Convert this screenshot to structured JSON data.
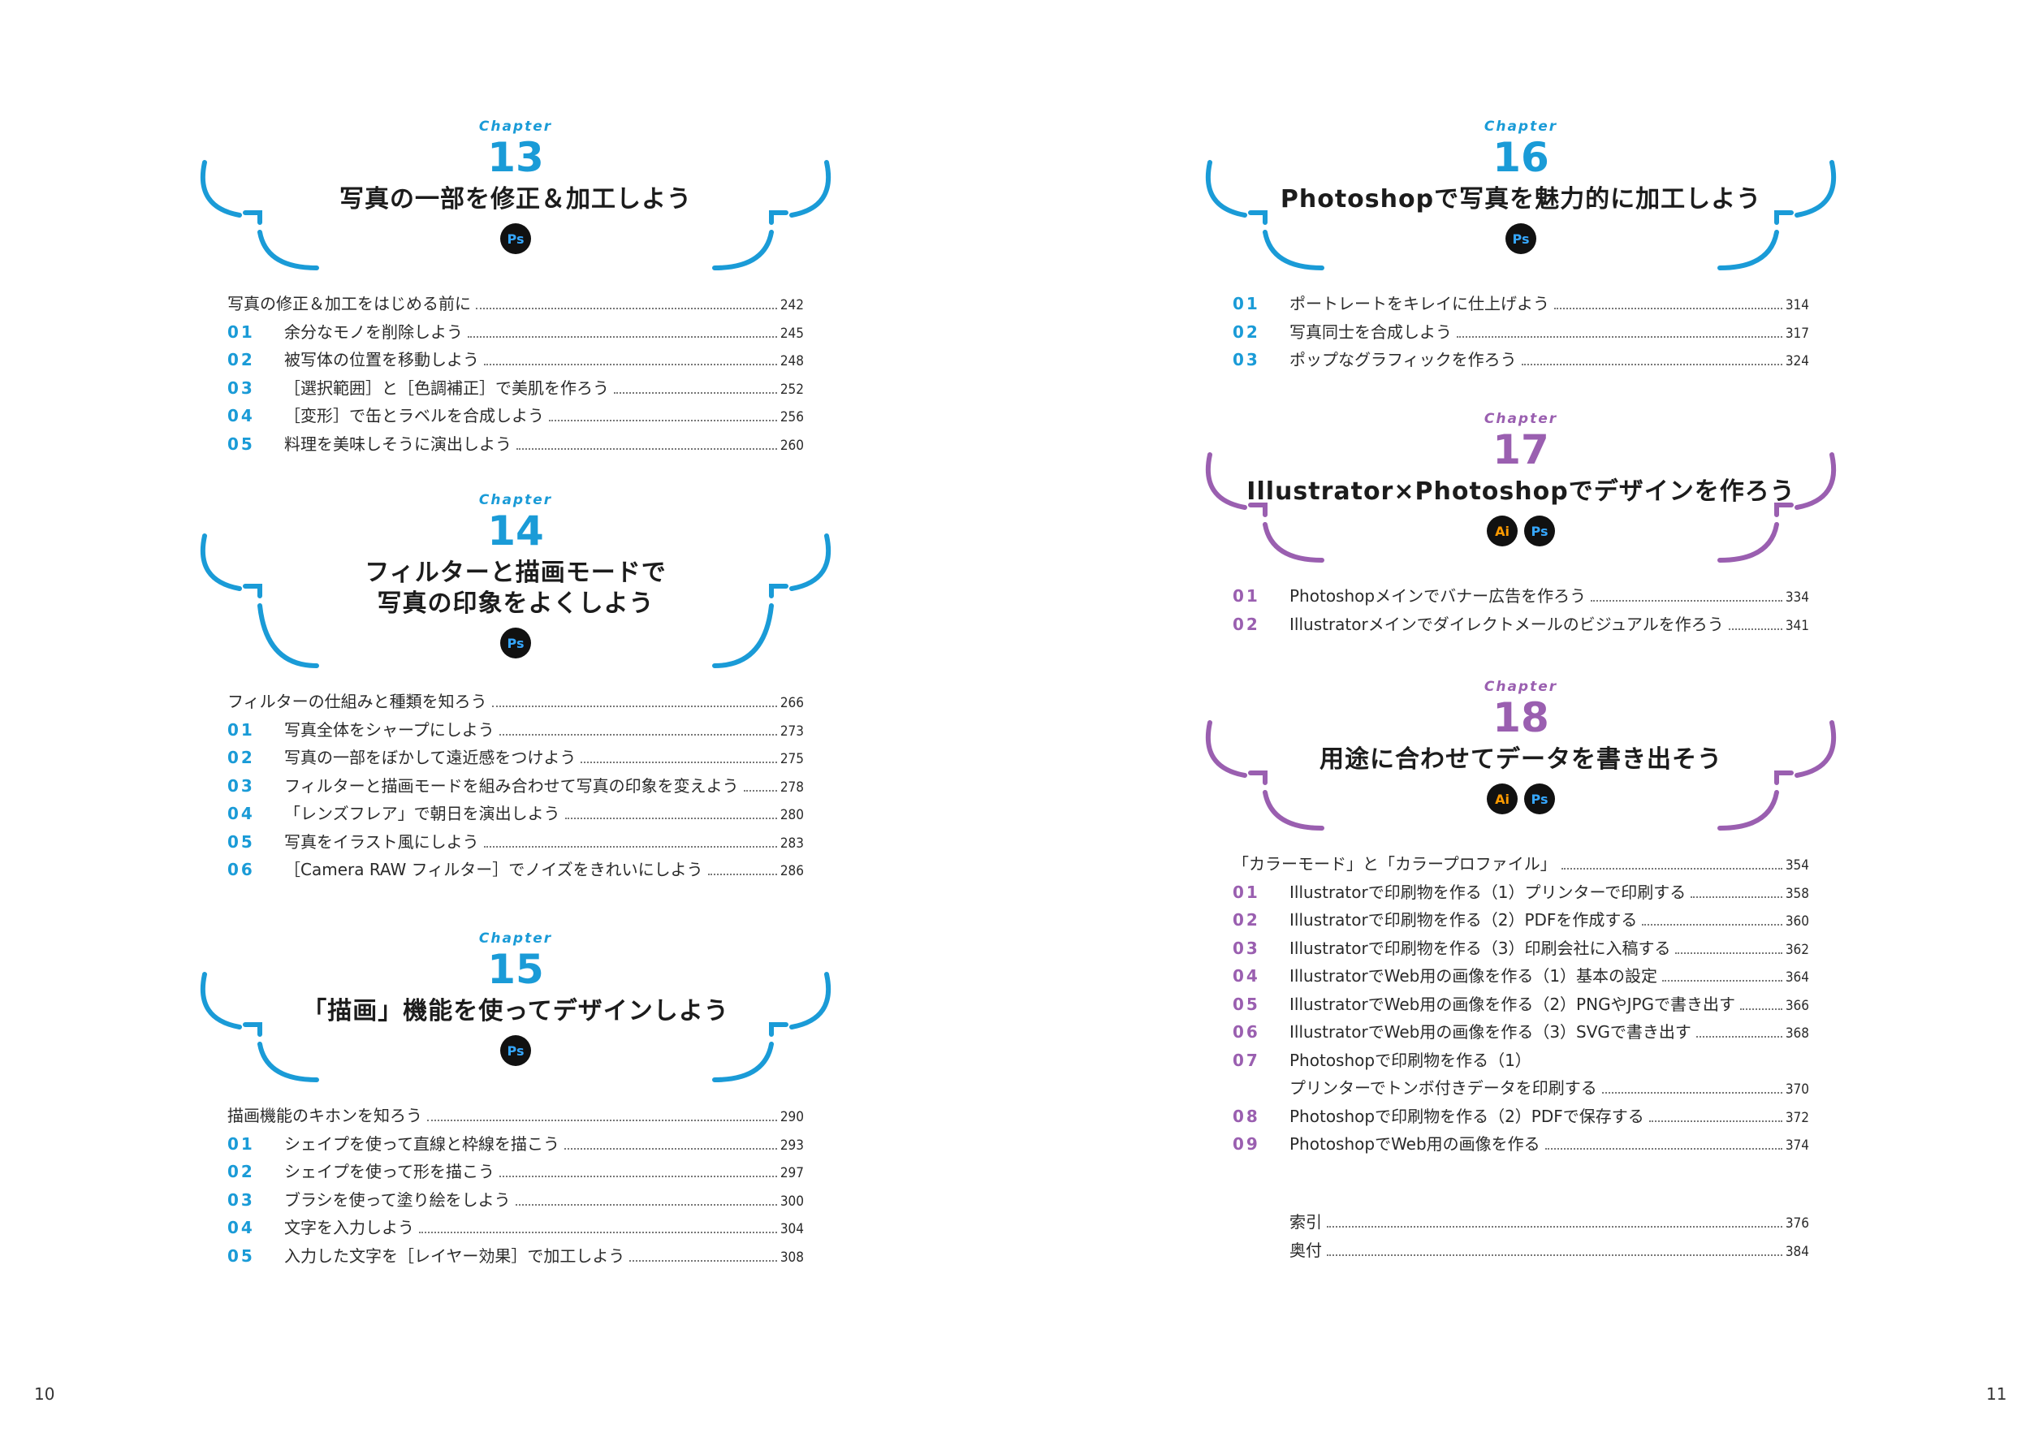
{
  "page_numbers": {
    "left": "10",
    "right": "11"
  },
  "colors": {
    "blue": "#1a9bd7",
    "purple": "#9a5fb0"
  },
  "left_column": [
    {
      "label": "Chapter",
      "number": "13",
      "title_lines": [
        "写真の一部を修正＆加工しよう"
      ],
      "apps": [
        "Ps"
      ],
      "items": [
        {
          "num": "",
          "title": "写真の修正＆加工をはじめる前に",
          "page": "242"
        },
        {
          "num": "01",
          "title": "余分なモノを削除しよう",
          "page": "245"
        },
        {
          "num": "02",
          "title": "被写体の位置を移動しよう",
          "page": "248"
        },
        {
          "num": "03",
          "title": "［選択範囲］と［色調補正］で美肌を作ろう",
          "page": "252"
        },
        {
          "num": "04",
          "title": "［変形］で缶とラベルを合成しよう",
          "page": "256"
        },
        {
          "num": "05",
          "title": "料理を美味しそうに演出しよう",
          "page": "260"
        }
      ]
    },
    {
      "label": "Chapter",
      "number": "14",
      "title_lines": [
        "フィルターと描画モードで",
        "写真の印象をよくしよう"
      ],
      "apps": [
        "Ps"
      ],
      "items": [
        {
          "num": "",
          "title": "フィルターの仕組みと種類を知ろう",
          "page": "266"
        },
        {
          "num": "01",
          "title": "写真全体をシャープにしよう",
          "page": "273"
        },
        {
          "num": "02",
          "title": "写真の一部をぼかして遠近感をつけよう",
          "page": "275"
        },
        {
          "num": "03",
          "title": "フィルターと描画モードを組み合わせて写真の印象を変えよう",
          "page": "278"
        },
        {
          "num": "04",
          "title": "「レンズフレア」で朝日を演出しよう",
          "page": "280"
        },
        {
          "num": "05",
          "title": "写真をイラスト風にしよう",
          "page": "283"
        },
        {
          "num": "06",
          "title": "［Camera RAW フィルター］でノイズをきれいにしよう",
          "page": "286"
        }
      ]
    },
    {
      "label": "Chapter",
      "number": "15",
      "title_lines": [
        "「描画」機能を使ってデザインしよう"
      ],
      "apps": [
        "Ps"
      ],
      "items": [
        {
          "num": "",
          "title": "描画機能のキホンを知ろう",
          "page": "290"
        },
        {
          "num": "01",
          "title": "シェイプを使って直線と枠線を描こう",
          "page": "293"
        },
        {
          "num": "02",
          "title": "シェイプを使って形を描こう",
          "page": "297"
        },
        {
          "num": "03",
          "title": "ブラシを使って塗り絵をしよう",
          "page": "300"
        },
        {
          "num": "04",
          "title": "文字を入力しよう",
          "page": "304"
        },
        {
          "num": "05",
          "title": "入力した文字を［レイヤー効果］で加工しよう",
          "page": "308"
        }
      ]
    }
  ],
  "right_column": [
    {
      "label": "Chapter",
      "number": "16",
      "title_lines": [
        "Photoshopで写真を魅力的に加工しよう"
      ],
      "apps": [
        "Ps"
      ],
      "items": [
        {
          "num": "01",
          "title": "ポートレートをキレイに仕上げよう",
          "page": "314"
        },
        {
          "num": "02",
          "title": "写真同士を合成しよう",
          "page": "317"
        },
        {
          "num": "03",
          "title": "ポップなグラフィックを作ろう",
          "page": "324"
        }
      ]
    },
    {
      "label": "Chapter",
      "number": "17",
      "title_lines": [
        "Illustrator×Photoshopでデザインを作ろう"
      ],
      "apps": [
        "Ai",
        "Ps"
      ],
      "items": [
        {
          "num": "01",
          "title": "Photoshopメインでバナー広告を作ろう",
          "page": "334"
        },
        {
          "num": "02",
          "title": "Illustratorメインでダイレクトメールのビジュアルを作ろう",
          "page": "341"
        }
      ]
    },
    {
      "label": "Chapter",
      "number": "18",
      "title_lines": [
        "用途に合わせてデータを書き出そう"
      ],
      "apps": [
        "Ai",
        "Ps"
      ],
      "items": [
        {
          "num": "",
          "title": "「カラーモード」と「カラープロファイル」",
          "page": "354"
        },
        {
          "num": "01",
          "title": "Illustratorで印刷物を作る（1）プリンターで印刷する",
          "page": "358"
        },
        {
          "num": "02",
          "title": "Illustratorで印刷物を作る（2）PDFを作成する",
          "page": "360"
        },
        {
          "num": "03",
          "title": "Illustratorで印刷物を作る（3）印刷会社に入稿する",
          "page": "362"
        },
        {
          "num": "04",
          "title": "IllustratorでWeb用の画像を作る（1）基本の設定",
          "page": "364"
        },
        {
          "num": "05",
          "title": "IllustratorでWeb用の画像を作る（2）PNGやJPGで書き出す",
          "page": "366"
        },
        {
          "num": "06",
          "title": "IllustratorでWeb用の画像を作る（3）SVGで書き出す",
          "page": "368"
        },
        {
          "num": "07",
          "title": "Photoshopで印刷物を作る（1）",
          "page": ""
        },
        {
          "num": "",
          "title": "プリンターでトンボ付きデータを印刷する",
          "page": "370"
        },
        {
          "num": "08",
          "title": "Photoshopで印刷物を作る（2）PDFで保存する",
          "page": "372"
        },
        {
          "num": "09",
          "title": "PhotoshopでWeb用の画像を作る",
          "page": "374"
        }
      ]
    }
  ],
  "appendix": [
    {
      "title": "索引",
      "page": "376"
    },
    {
      "title": "奥付",
      "page": "384"
    }
  ]
}
